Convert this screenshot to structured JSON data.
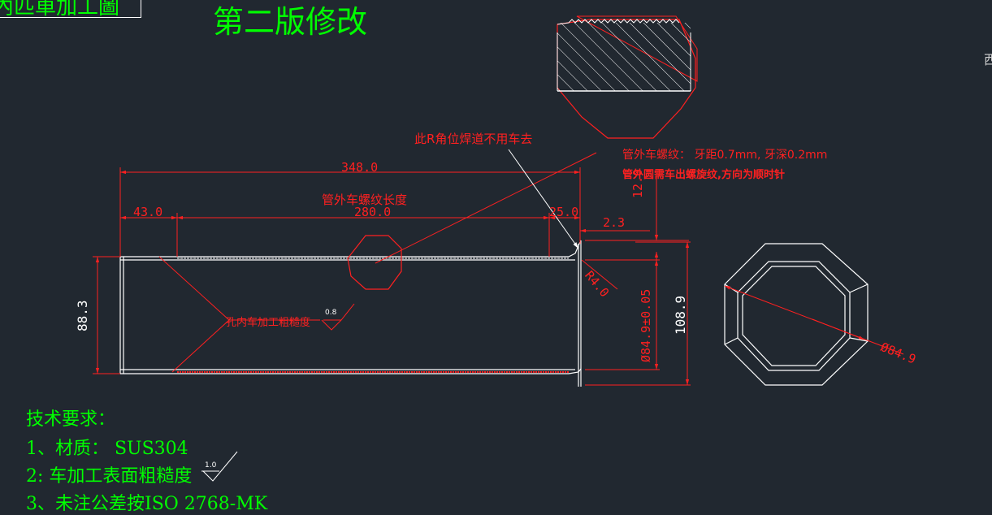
{
  "header": {
    "title_box": "內匹車加工圖",
    "revision": "第二版修改",
    "edge_char": "西"
  },
  "annotations": {
    "no_turn_note": "此R角位焊道不用车去",
    "thread_spec": "管外车螺纹： 牙距0.7mm, 牙深0.2mm",
    "thread_direction": "管外圆需车出螺旋纹,方向为顺时针",
    "thread_length_label": "管外车螺纹长度",
    "bore_roughness_label": "孔内车加工粗糙度",
    "bore_roughness_value": "0.8",
    "surface_roughness_value": "1.0"
  },
  "dimensions": {
    "overall_length": "348.0",
    "left_segment": "43.0",
    "thread_segment": "280.0",
    "right_segment": "25.0",
    "step": "2.3",
    "flange_height": "12.0",
    "radius": "R4.0",
    "left_height": "88.3",
    "bore_diameter": "Ø84.9±0.05",
    "outer_height": "108.9",
    "octagon_diameter": "Ø84.9"
  },
  "tech": {
    "heading": "技术要求：",
    "item1": "1、材质： SUS304",
    "item2": "2: 车加工表面粗糙度",
    "item3": "3、未注公差按ISO 2768-MK"
  },
  "colors": {
    "background": "#212830",
    "geometry": "#ffffff",
    "dimension": "#ff2020",
    "text_green": "#00ff00"
  }
}
